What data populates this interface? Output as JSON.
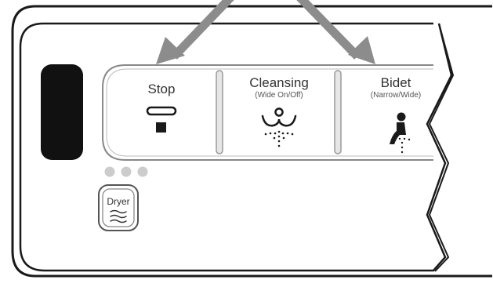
{
  "remote": {
    "buttons": [
      {
        "title": "Stop",
        "subtitle": ""
      },
      {
        "title": "Cleansing",
        "subtitle": "(Wide On/Off)"
      },
      {
        "title": "Bidet",
        "subtitle": "(Narrow/Wide)"
      }
    ],
    "dryer": {
      "label": "Dryer"
    },
    "indicator_lights": 3
  },
  "colors": {
    "panel_outline": "#1a1a1a",
    "power_block": "#111111",
    "arrows": "#8c8c8c",
    "strip_outline": "#888888",
    "divider": "#9a9a9a",
    "indicator": "#cccccc",
    "icon": "#1a1a1a"
  },
  "icons": {
    "stop": "stop-icon",
    "cleansing": "cleansing-spray-icon",
    "bidet": "bidet-person-icon",
    "dryer": "dryer-waves-icon"
  }
}
